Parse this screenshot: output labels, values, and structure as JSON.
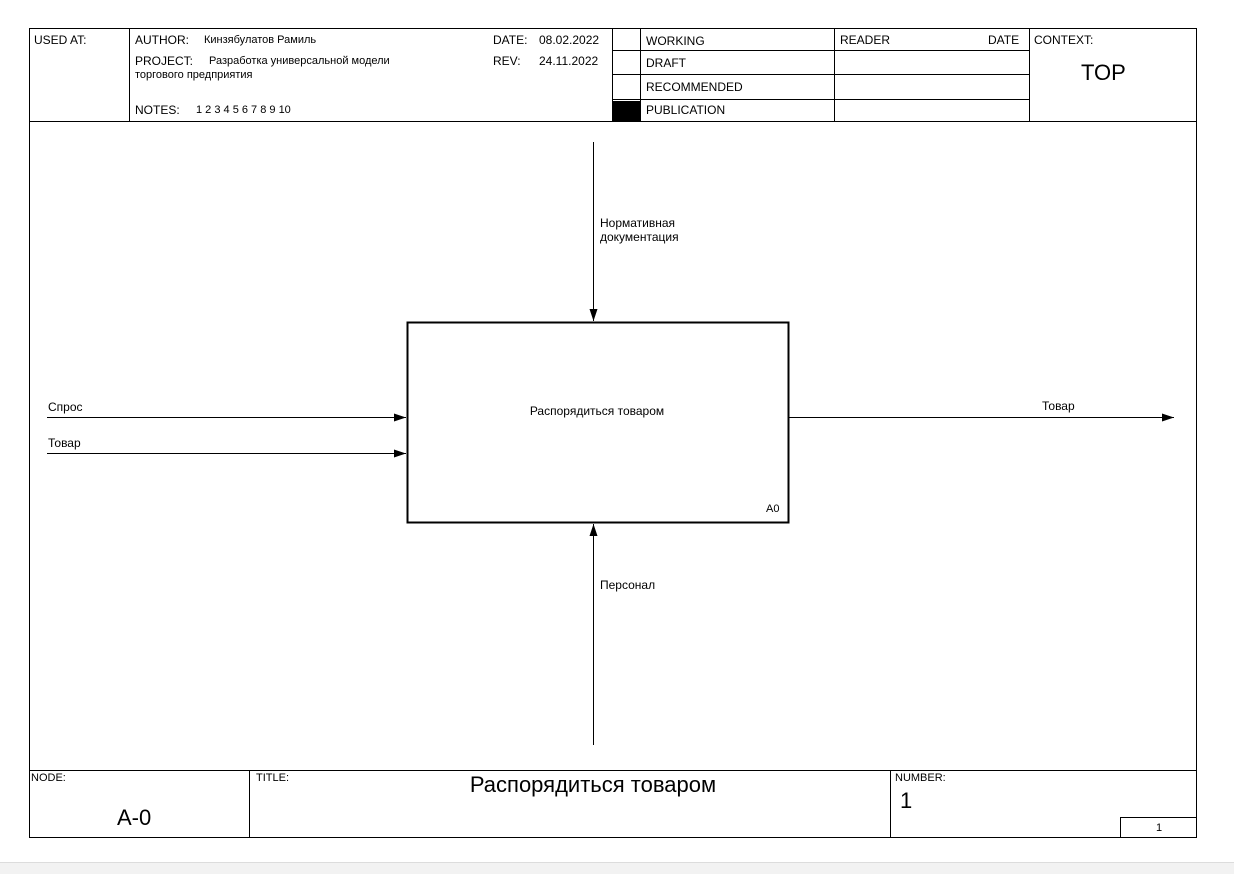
{
  "header": {
    "used_at_label": "USED AT:",
    "author_label": "AUTHOR:",
    "author": "Кинзябулатов Рамиль",
    "project_label": "PROJECT:",
    "project_line1": "Разработка универсальной модели",
    "project_line2": "торгового предприятия",
    "notes_label": "NOTES:",
    "notes": "1  2  3  4  5  6  7  8  9  10",
    "date_label": "DATE:",
    "date": "08.02.2022",
    "rev_label": "REV:",
    "rev": "24.11.2022",
    "status": [
      "WORKING",
      "DRAFT",
      "RECOMMENDED",
      "PUBLICATION"
    ],
    "reader_label": "READER",
    "reader_date_label": "DATE",
    "context_label": "CONTEXT:",
    "context_value": "TOP"
  },
  "diagram": {
    "function_box": {
      "label": "Распорядиться товаром",
      "number": "A0"
    },
    "arrows": {
      "control": "Нормативная документация",
      "mechanism": "Персонал",
      "input1": "Спрос",
      "input2": "Товар",
      "output": "Товар"
    }
  },
  "footer": {
    "node_label": "NODE:",
    "node_value": "A-0",
    "title_label": "TITLE:",
    "title_value": "Распорядиться товаром",
    "number_label": "NUMBER:",
    "number_value": "1",
    "page": "1"
  },
  "colors": {
    "ink": "#000000",
    "background": "#ffffff"
  }
}
